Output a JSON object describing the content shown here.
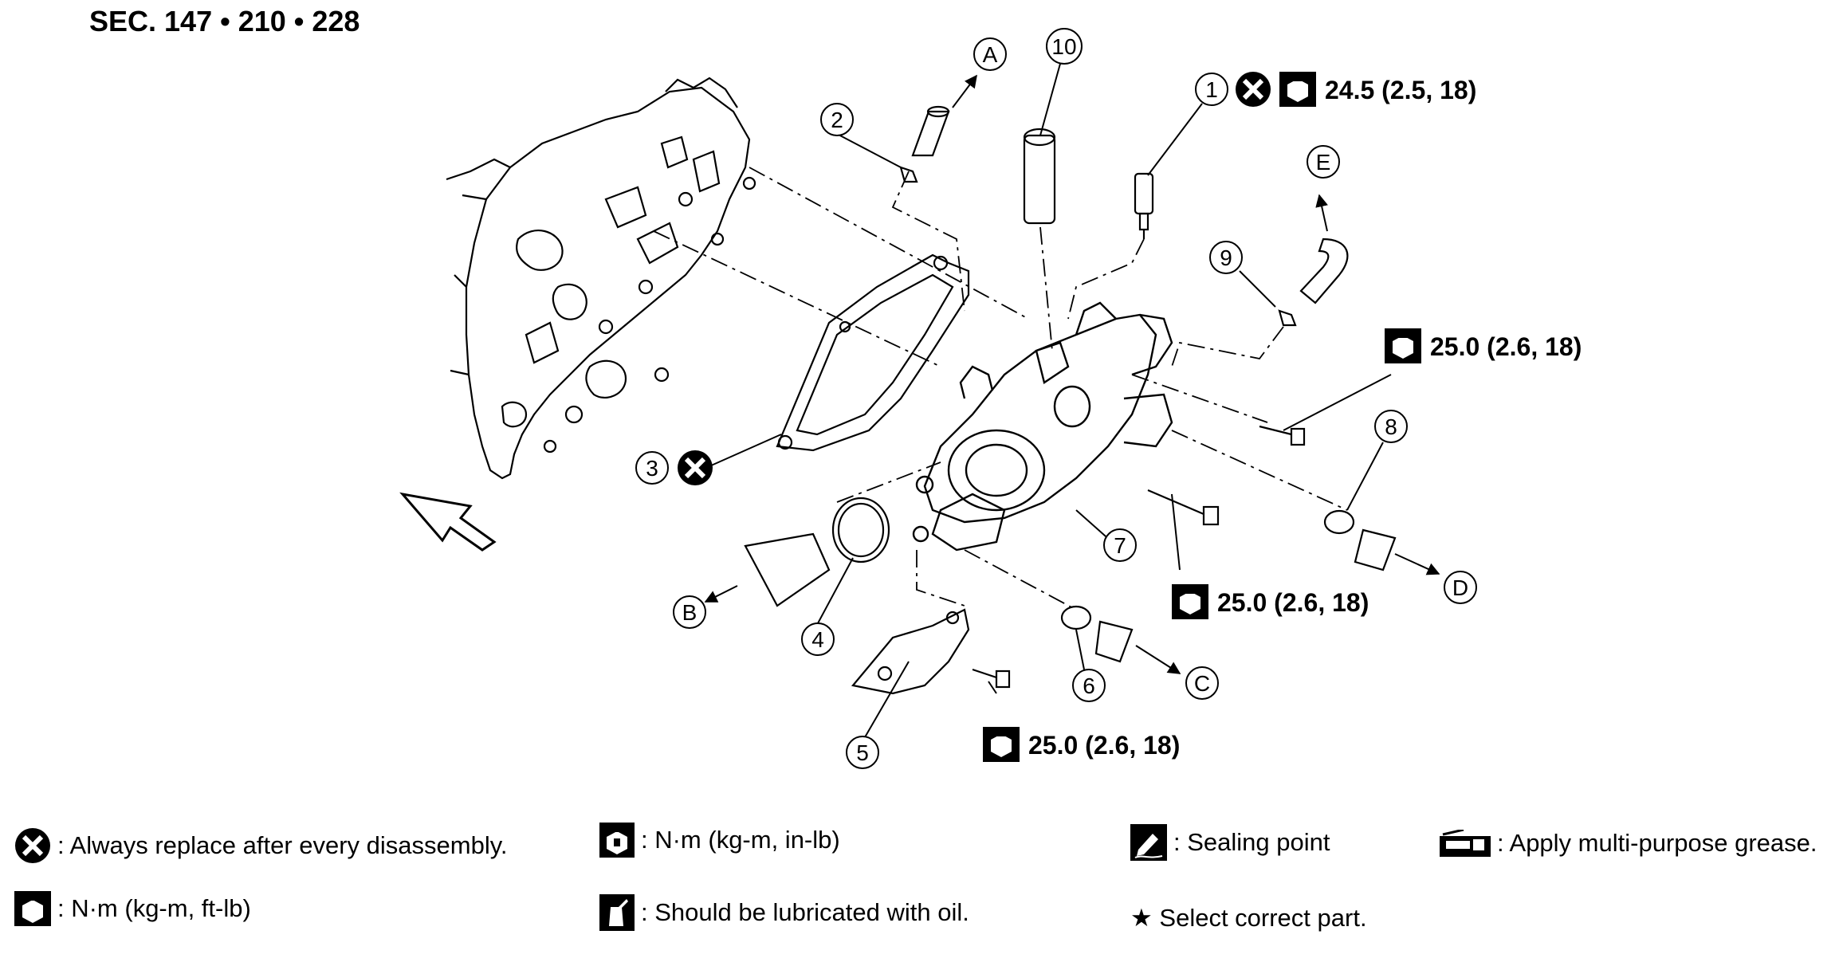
{
  "section": {
    "label": "SEC. 147 • 210 • 228"
  },
  "part_numbers": [
    "1",
    "2",
    "3",
    "4",
    "5",
    "6",
    "7",
    "8",
    "9",
    "10"
  ],
  "connection_letters": [
    "A",
    "B",
    "C",
    "D",
    "E"
  ],
  "torques": {
    "t1": "24.5 (2.5, 18)",
    "t2": "25.0 (2.6, 18)",
    "t3": "25.0 (2.6, 18)",
    "t4": "25.0 (2.6, 18)"
  },
  "legend": {
    "replace": ": Always replace after every disassembly.",
    "nm_kgm_inlb": ": N·m (kg-m, in-lb)",
    "sealing": ": Sealing point",
    "grease": ": Apply multi-purpose grease.",
    "nm_kgm_ftlb": ": N·m (kg-m, ft-lb)",
    "oil": ": Should be lubricated with oil.",
    "select": "★ Select correct part."
  },
  "icons": {
    "replace_icon": "x-circle-icon",
    "torque_icon": "torque-wrench-icon",
    "sealing_icon": "sealing-point-icon",
    "grease_icon": "grease-gun-icon",
    "oil_icon": "oil-can-icon",
    "arrow_icon": "front-arrow-icon"
  }
}
